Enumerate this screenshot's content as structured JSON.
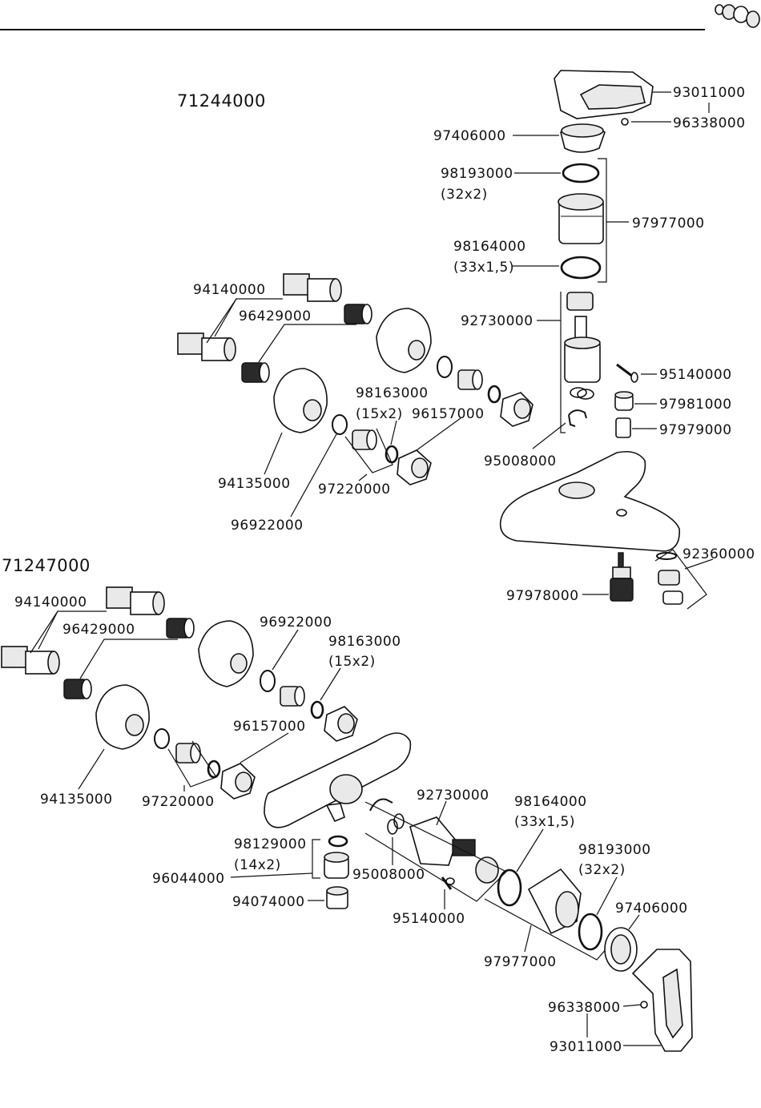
{
  "header": {
    "icon": "fittings-icon"
  },
  "section_top": {
    "model": "71244000",
    "labels": {
      "p93011000": "93011000",
      "p96338000": "96338000",
      "p97406000": "97406000",
      "p98193000": "98193000",
      "p98193000_size": "(32x2)",
      "p97977000": "97977000",
      "p98164000": "98164000",
      "p98164000_size": "(33x1,5)",
      "p94140000": "94140000",
      "p96429000": "96429000",
      "p92730000": "92730000",
      "p95140000": "95140000",
      "p98163000": "98163000",
      "p98163000_size": "(15x2)",
      "p96157000": "96157000",
      "p97981000": "97981000",
      "p97979000": "97979000",
      "p95008000": "95008000",
      "p94135000": "94135000",
      "p97220000": "97220000",
      "p96922000": "96922000",
      "p92360000": "92360000",
      "p97978000": "97978000"
    }
  },
  "section_bottom": {
    "model": "71247000",
    "labels": {
      "p94140000": "94140000",
      "p96429000": "96429000",
      "p96922000": "96922000",
      "p98163000": "98163000",
      "p98163000_size": "(15x2)",
      "p96157000": "96157000",
      "p94135000": "94135000",
      "p97220000": "97220000",
      "p92730000": "92730000",
      "p98164000": "98164000",
      "p98164000_size": "(33x1,5)",
      "p98129000": "98129000",
      "p98129000_size": "(14x2)",
      "p98193000": "98193000",
      "p98193000_size": "(32x2)",
      "p96044000": "96044000",
      "p95008000": "95008000",
      "p94074000": "94074000",
      "p97406000": "97406000",
      "p95140000": "95140000",
      "p97977000": "97977000",
      "p96338000": "96338000",
      "p93011000": "93011000"
    }
  }
}
